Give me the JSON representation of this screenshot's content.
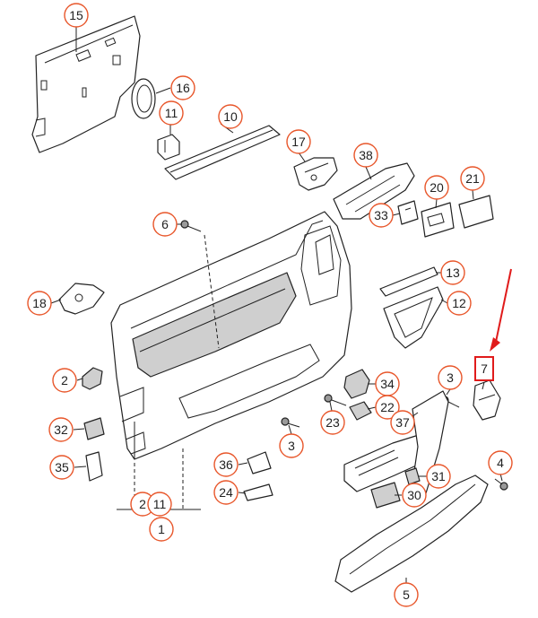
{
  "callouts": [
    {
      "id": "c15",
      "label": "15"
    },
    {
      "id": "c16",
      "label": "16"
    },
    {
      "id": "c11a",
      "label": "11"
    },
    {
      "id": "c10",
      "label": "10"
    },
    {
      "id": "c17",
      "label": "17"
    },
    {
      "id": "c38",
      "label": "38"
    },
    {
      "id": "c20",
      "label": "20"
    },
    {
      "id": "c21",
      "label": "21"
    },
    {
      "id": "c33",
      "label": "33"
    },
    {
      "id": "c6",
      "label": "6"
    },
    {
      "id": "c13",
      "label": "13"
    },
    {
      "id": "c18",
      "label": "18"
    },
    {
      "id": "c12",
      "label": "12"
    },
    {
      "id": "c7",
      "label": "7"
    },
    {
      "id": "c2a",
      "label": "2"
    },
    {
      "id": "c34",
      "label": "34"
    },
    {
      "id": "c3a",
      "label": "3"
    },
    {
      "id": "c22",
      "label": "22"
    },
    {
      "id": "c23",
      "label": "23"
    },
    {
      "id": "c37",
      "label": "37"
    },
    {
      "id": "c32",
      "label": "32"
    },
    {
      "id": "c3b",
      "label": "3"
    },
    {
      "id": "c4",
      "label": "4"
    },
    {
      "id": "c35",
      "label": "35"
    },
    {
      "id": "c36",
      "label": "36"
    },
    {
      "id": "c31",
      "label": "31"
    },
    {
      "id": "c24",
      "label": "24"
    },
    {
      "id": "c30",
      "label": "30"
    },
    {
      "id": "c2b",
      "label": "2"
    },
    {
      "id": "c11b",
      "label": "11"
    },
    {
      "id": "c1",
      "label": "1"
    },
    {
      "id": "c5",
      "label": "5"
    }
  ],
  "colors": {
    "callout_ring": "#e8562a",
    "highlight": "#e01b1b",
    "line": "#222222"
  }
}
